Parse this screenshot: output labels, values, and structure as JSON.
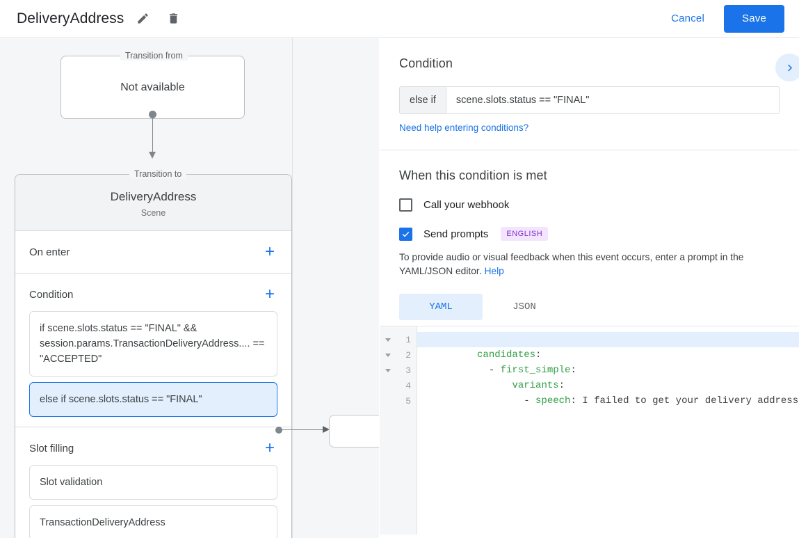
{
  "header": {
    "title": "DeliveryAddress",
    "edit_icon": "pencil-icon",
    "delete_icon": "trash-icon",
    "cancel_label": "Cancel",
    "save_label": "Save"
  },
  "canvas": {
    "transition_from": {
      "legend": "Transition from",
      "value": "Not available"
    },
    "transition_to": {
      "legend": "Transition to",
      "name": "DeliveryAddress",
      "subtitle": "Scene"
    },
    "sections": [
      {
        "title": "On enter",
        "add_label": "+",
        "items": []
      },
      {
        "title": "Condition",
        "add_label": "+",
        "items": [
          {
            "text": "if scene.slots.status == \"FINAL\" && session.params.TransactionDeliveryAddress.... == \"ACCEPTED\"",
            "selected": false
          },
          {
            "text": "else if scene.slots.status == \"FINAL\"",
            "selected": true
          }
        ]
      },
      {
        "title": "Slot filling",
        "add_label": "+",
        "items": [
          {
            "text": "Slot validation",
            "selected": false
          },
          {
            "text": "TransactionDeliveryAddress",
            "selected": false
          }
        ]
      }
    ]
  },
  "panel": {
    "condition": {
      "heading": "Condition",
      "prefix": "else if",
      "expression": "scene.slots.status == \"FINAL\"",
      "help_link": "Need help entering conditions?",
      "collapse_icon": "chevron-right-icon"
    },
    "when_met": {
      "heading": "When this condition is met",
      "webhook": {
        "label": "Call your webhook",
        "checked": false
      },
      "prompts": {
        "label": "Send prompts",
        "badge": "ENGLISH",
        "checked": true
      },
      "description": "To provide audio or visual feedback when this event occurs, enter a prompt in the YAML/JSON editor.",
      "help_label": "Help",
      "tabs": [
        {
          "label": "YAML",
          "active": true
        },
        {
          "label": "JSON",
          "active": false
        }
      ],
      "editor": {
        "lines": [
          {
            "num": "1",
            "fold": true,
            "highlight": true,
            "key": "candidates",
            "indent": "",
            "dash": false,
            "value": ""
          },
          {
            "num": "2",
            "fold": true,
            "highlight": false,
            "key": "first_simple",
            "indent": "  ",
            "dash": true,
            "value": ""
          },
          {
            "num": "3",
            "fold": true,
            "highlight": false,
            "key": "variants",
            "indent": "      ",
            "dash": false,
            "value": ""
          },
          {
            "num": "4",
            "fold": false,
            "highlight": false,
            "key": "speech",
            "indent": "        ",
            "dash": true,
            "value": " I failed to get your delivery address"
          },
          {
            "num": "5",
            "fold": false,
            "highlight": false,
            "key": "",
            "indent": "",
            "dash": false,
            "value": ""
          }
        ]
      }
    }
  },
  "colors": {
    "accent": "#1a73e8",
    "selected_fill": "#e3effd",
    "badge_bg": "#f3e5fd",
    "badge_fg": "#8430ce",
    "yaml_key": "#2e9e44",
    "canvas_bg": "#f5f6f7"
  }
}
